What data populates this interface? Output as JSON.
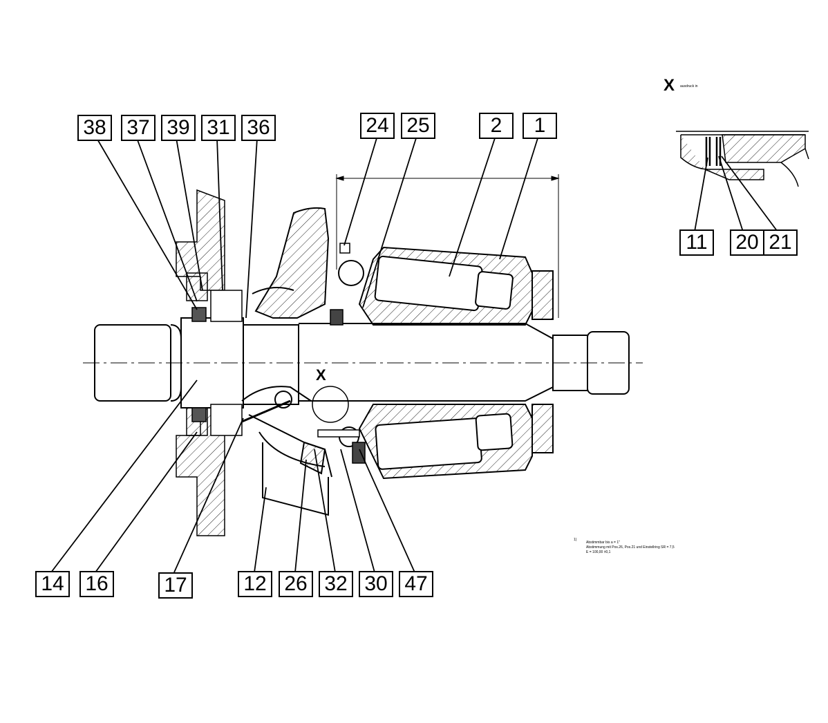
{
  "labels": {
    "l38": "38",
    "l37": "37",
    "l39": "39",
    "l31": "31",
    "l36": "36",
    "l24": "24",
    "l25": "25",
    "l2": "2",
    "l1": "1",
    "l11": "11",
    "l20": "20",
    "l21": "21",
    "l14": "14",
    "l16": "16",
    "l17": "17",
    "l12": "12",
    "l26": "26",
    "l32": "32",
    "l30": "30",
    "l47": "47"
  },
  "detail": {
    "marker": "X",
    "caption": "ausdruck in"
  },
  "section_marker": "X",
  "notes": {
    "footnote_mark": "1)",
    "line1": "Abstimmbar bis a = 1\"",
    "line2": "Abstimmung mit Pos.26, Pos.21 und Einstellring SR = 7,5",
    "line3": "E = 100,00 ±0,1"
  },
  "colors": {
    "line": "#000000",
    "hatch": "#333333",
    "background": "#ffffff"
  }
}
